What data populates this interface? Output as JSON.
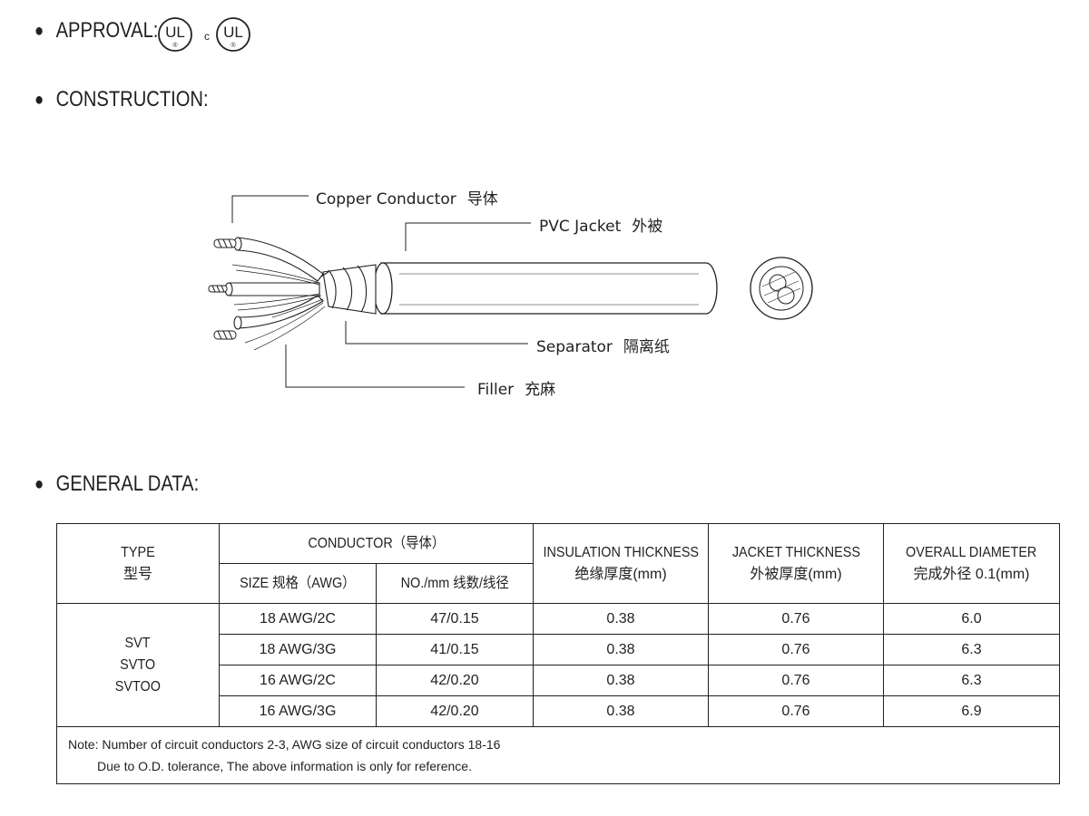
{
  "sections": {
    "approval": "APPROVAL:",
    "construction": "CONSTRUCTION:",
    "general": "GENERAL DATA:"
  },
  "approval_logos": {
    "ul_mark": "UL",
    "c_prefix": "c",
    "cul_mark": "UL",
    "registered": "®"
  },
  "construction": {
    "copper_conductor": {
      "en": "Copper  Conductor",
      "cn": "导体"
    },
    "pvc_jacket": {
      "en": "PVC  Jacket",
      "cn": "外被"
    },
    "separator": {
      "en": "Separator",
      "cn": "隔离纸"
    },
    "filler": {
      "en": "Filler",
      "cn": "充麻"
    }
  },
  "table": {
    "headers": {
      "type_en": "TYPE",
      "type_cn": "型号",
      "conductor": "CONDUCTOR（导体）",
      "size": "SIZE 规格（AWG）",
      "number": "NO./mm  线数/线径",
      "insulation_en": "INSULATION THICKNESS",
      "insulation_cn": "绝缘厚度(mm)",
      "jacket_en": "JACKET THICKNESS",
      "jacket_cn": "外被厚度(mm)",
      "diameter_en": "OVERALL DIAMETER",
      "diameter_cn": "完成外径   0.1(mm)"
    },
    "types": [
      "SVT",
      "SVTO",
      "SVTOO"
    ],
    "rows": [
      {
        "size": "18 AWG/2C",
        "number": "47/0.15",
        "insulation": "0.38",
        "jacket": "0.76",
        "diameter": "6.0"
      },
      {
        "size": "18 AWG/3G",
        "number": "41/0.15",
        "insulation": "0.38",
        "jacket": "0.76",
        "diameter": "6.3"
      },
      {
        "size": "16 AWG/2C",
        "number": "42/0.20",
        "insulation": "0.38",
        "jacket": "0.76",
        "diameter": "6.3"
      },
      {
        "size": "16 AWG/3G",
        "number": "42/0.20",
        "insulation": "0.38",
        "jacket": "0.76",
        "diameter": "6.9"
      }
    ],
    "note_line1": "Note: Number of circuit conductors 2-3, AWG size of circuit conductors 18-16",
    "note_line2": "Due to O.D. tolerance, The above information is only for reference."
  }
}
